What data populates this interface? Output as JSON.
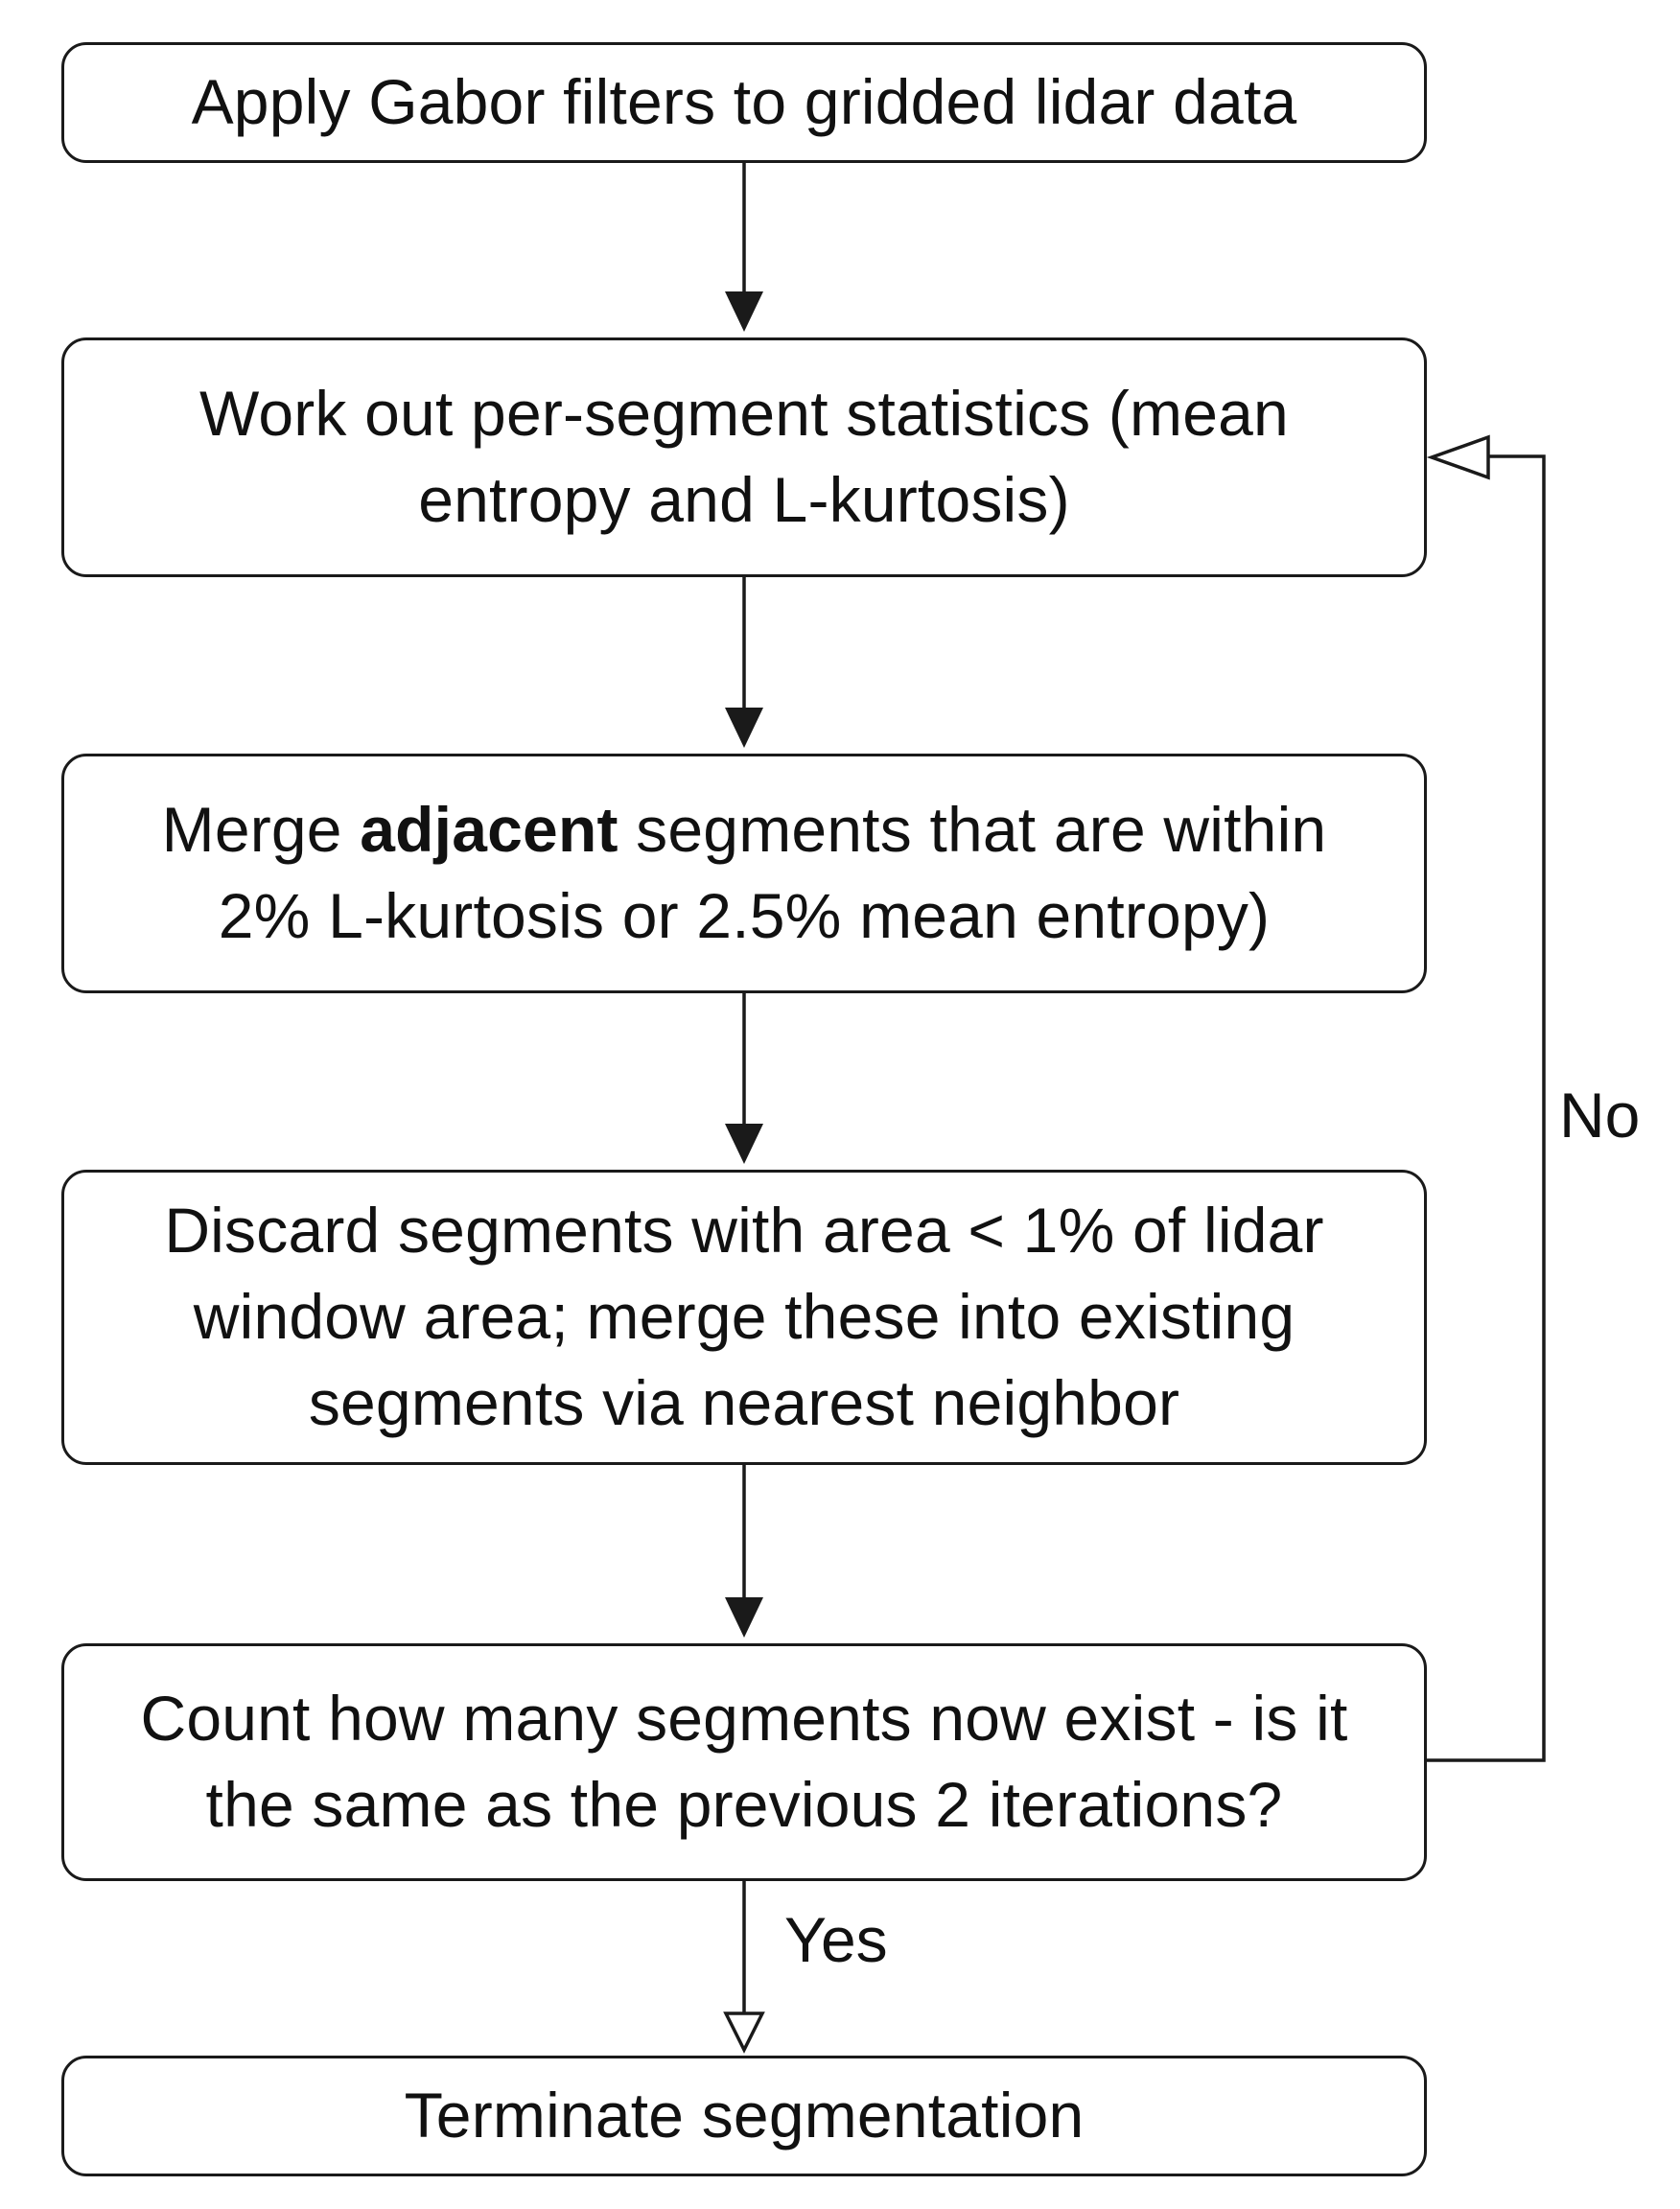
{
  "flowchart": {
    "steps": {
      "apply_gabor": {
        "line1": "Apply Gabor filters to gridded lidar data"
      },
      "work_out_stats": {
        "line1": "Work out per-segment statistics (mean",
        "line2": "entropy and L-kurtosis)"
      },
      "merge_adjacent": {
        "line1_before": "Merge ",
        "line1_bold": "adjacent",
        "line1_after": " segments that are within",
        "line2": "2% L-kurtosis or 2.5% mean entropy)"
      },
      "discard_small": {
        "line1": "Discard segments with area < 1% of lidar",
        "line2": "window area; merge these into existing",
        "line3": "segments via nearest neighbor"
      },
      "count_segments": {
        "line1": "Count how many segments now exist - is it",
        "line2": "the same as the previous 2 iterations?"
      },
      "terminate": {
        "line1": "Terminate segmentation"
      }
    },
    "edges": {
      "no_label": "No",
      "yes_label": "Yes"
    },
    "colors": {
      "stroke": "#1a1a1a",
      "fill": "#ffffff",
      "text": "#111111"
    }
  }
}
